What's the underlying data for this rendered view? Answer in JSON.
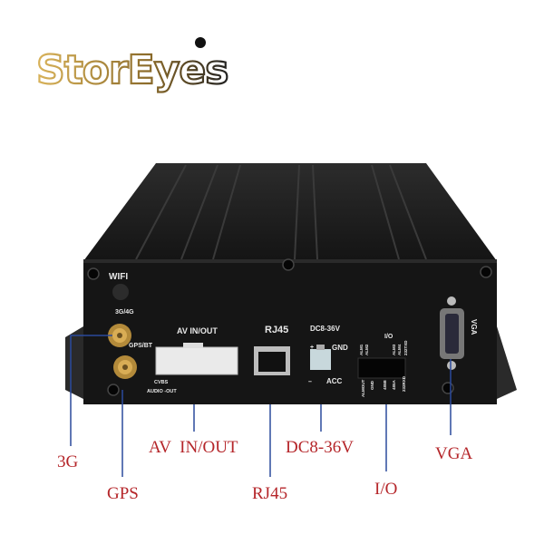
{
  "logo": {
    "text": "StorEyes"
  },
  "device_labels": {
    "wifi": "WIFI",
    "antenna1": "3G/4G",
    "antenna2": "GPS/BT",
    "av": "AV IN/OUT",
    "av_row1": "CVBS",
    "av_row2": "AUDIO -OUT",
    "rj45": "RJ45",
    "dc": "DC8-36V",
    "gnd": "GND",
    "acc": "ACC",
    "plus": "+",
    "minus": "–",
    "io": "I/O",
    "io_top": [
      "ALM1",
      "ALM2",
      "ALM3",
      "ALM4",
      "232TXD"
    ],
    "io_bottom": [
      "ALMOUT",
      "GND",
      "485B",
      "485A",
      "232RXD"
    ],
    "vga": "VGA"
  },
  "callouts": {
    "g3": "3G",
    "gps": "GPS",
    "av": "AV  IN/OUT",
    "rj45": "RJ45",
    "dc": "DC8-36V",
    "io": "I/O",
    "vga": "VGA"
  },
  "colors": {
    "callout_text": "#b5262a",
    "callout_line": "#2b4a9c",
    "device": "#1c1c1c",
    "logo_gold": "#c9a24a"
  }
}
